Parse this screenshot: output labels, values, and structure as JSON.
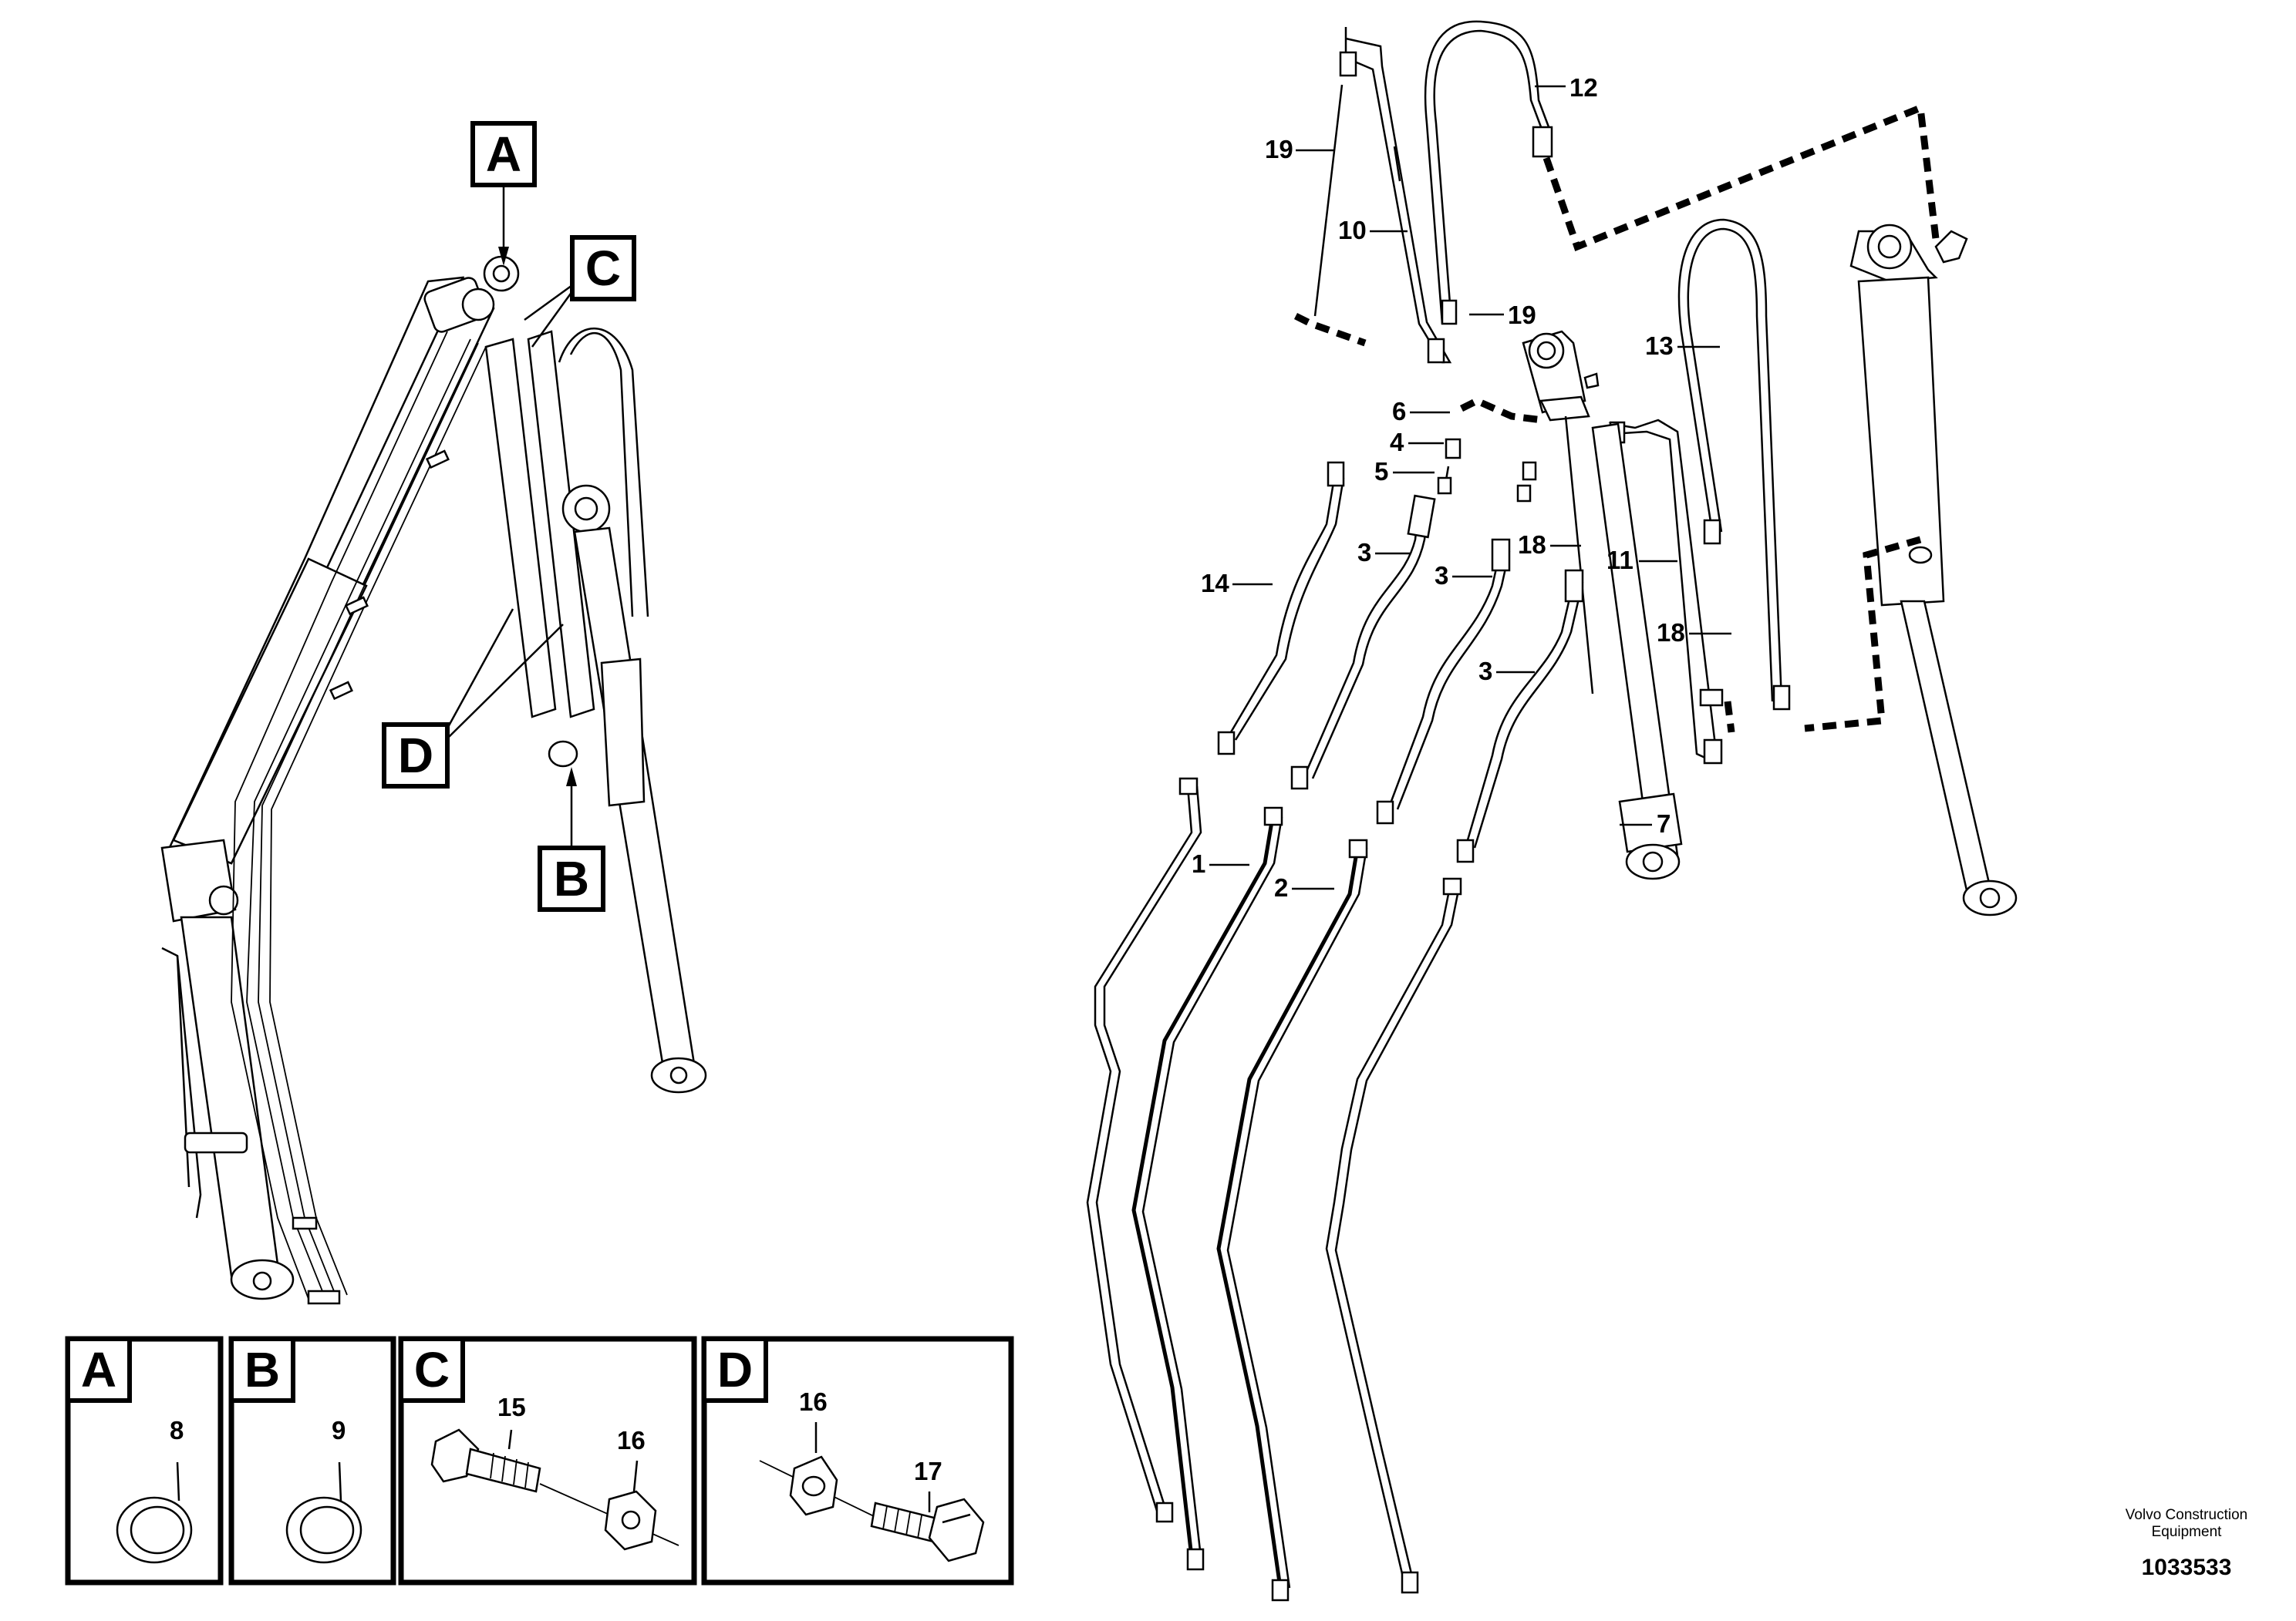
{
  "view_labels": {
    "a": "A",
    "b": "B",
    "c": "C",
    "d": "D"
  },
  "detail_panels": {
    "a": "A",
    "b": "B",
    "c": "C",
    "d": "D"
  },
  "callouts": {
    "c1": "1",
    "c2": "2",
    "c3a": "3",
    "c3b": "3",
    "c3c": "3",
    "c4": "4",
    "c5": "5",
    "c6": "6",
    "c7": "7",
    "c8": "8",
    "c9": "9",
    "c10": "10",
    "c11": "11",
    "c12": "12",
    "c13": "13",
    "c14": "14",
    "c15": "15",
    "c16a": "16",
    "c16b": "16",
    "c17": "17",
    "c18a": "18",
    "c18b": "18",
    "c19a": "19",
    "c19b": "19"
  },
  "footer": {
    "brand_line1": "Volvo Construction",
    "brand_line2": "Equipment",
    "doc_number": "1033533"
  }
}
